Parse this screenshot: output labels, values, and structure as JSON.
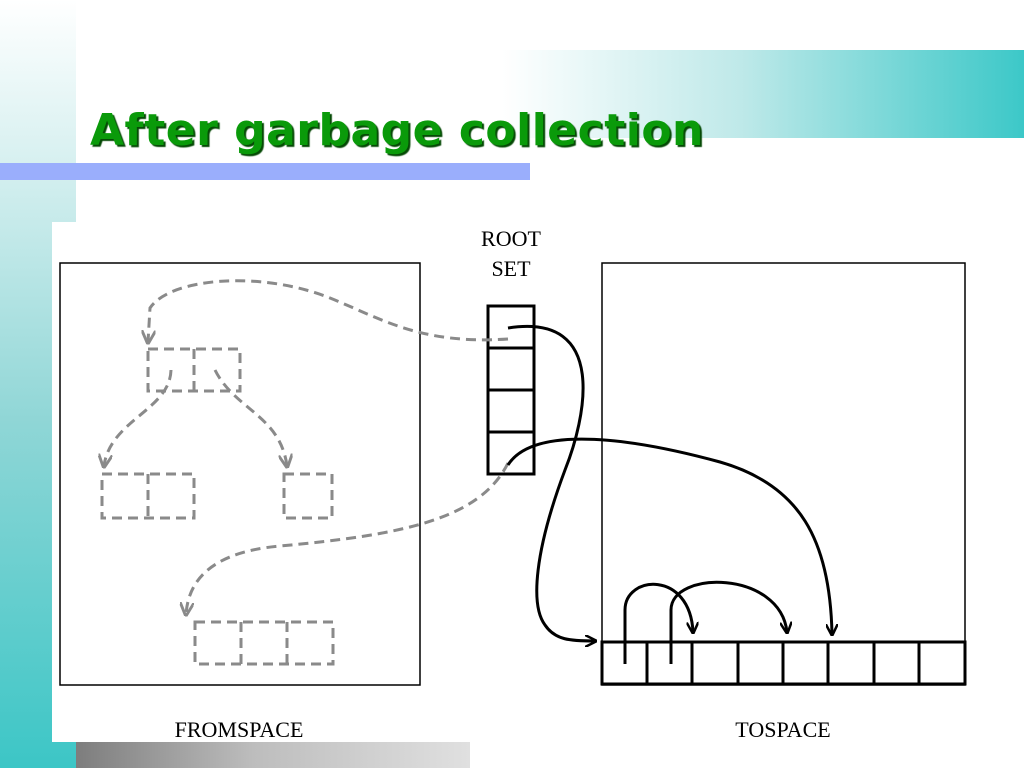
{
  "slide": {
    "title": "After garbage collection"
  },
  "diagram": {
    "root_label_line1": "ROOT",
    "root_label_line2": "SET",
    "fromspace_label": "FROMSPACE",
    "tospace_label": "TOSPACE",
    "colors": {
      "title": "#0a9a0a",
      "dashed": "#8a8a8a",
      "solid": "#000000",
      "accent_teal": "#3cc8c8",
      "accent_blue": "#9aaefc"
    }
  }
}
